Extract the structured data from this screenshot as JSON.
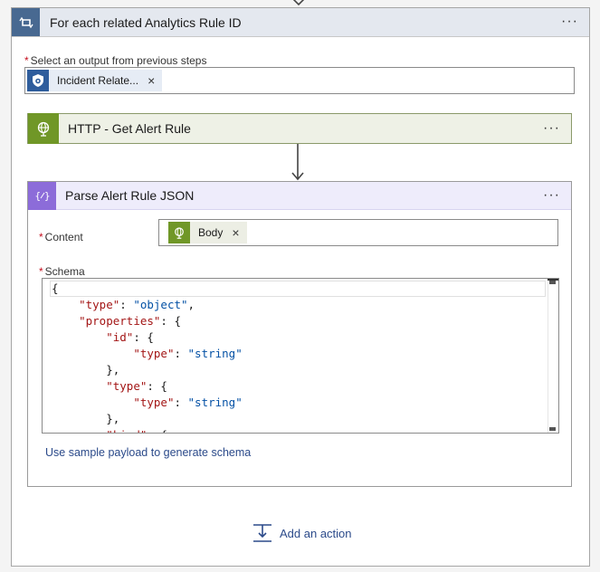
{
  "foreach": {
    "title": "For each related Analytics Rule ID",
    "more": "···"
  },
  "select_output": {
    "label": "Select an output from previous steps",
    "required_mark": "*",
    "token_label": "Incident Relate...",
    "token_remove": "×"
  },
  "http_step": {
    "title": "HTTP - Get Alert Rule",
    "more": "···"
  },
  "parse_step": {
    "title": "Parse Alert Rule JSON",
    "more": "···",
    "content_label": "Content",
    "content_token": "Body",
    "content_token_remove": "×",
    "schema_label": "Schema",
    "required_mark": "*",
    "schema_lines": [
      "{",
      "    \"type\": \"object\",",
      "    \"properties\": {",
      "        \"id\": {",
      "            \"type\": \"string\"",
      "        },",
      "        \"type\": {",
      "            \"type\": \"string\"",
      "        },",
      "        \"kind\": {"
    ],
    "sample_link": "Use sample payload to generate schema"
  },
  "add_action": {
    "label": "Add an action"
  },
  "colors": {
    "foreach_icon_bg": "#486991",
    "http_icon_bg": "#709727",
    "parse_icon_bg": "#8c6cd9",
    "link": "#2b4a8a"
  }
}
